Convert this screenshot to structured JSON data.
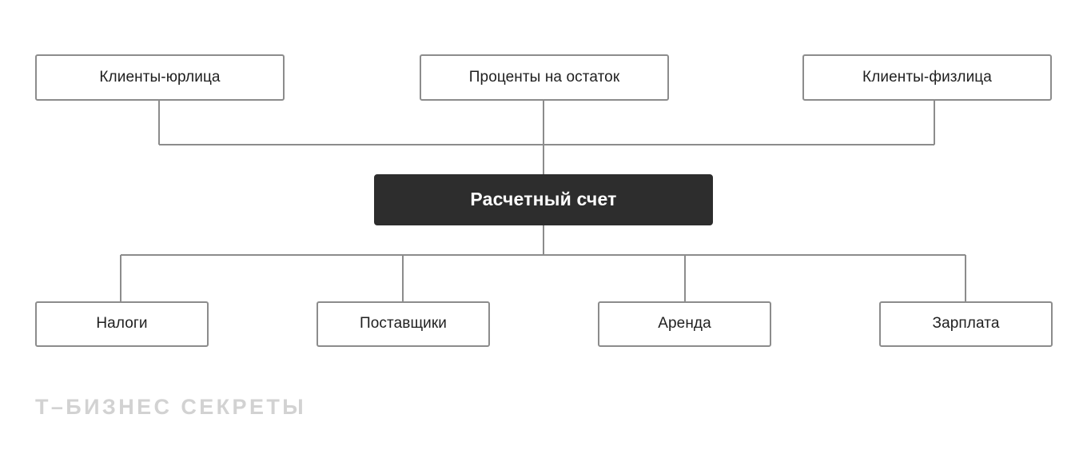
{
  "diagram": {
    "title": "Расчетный счет",
    "line_color": "#8c8c8c",
    "box_border_color": "#8c8c8c",
    "center_fill": "#2d2d2d",
    "center_text_color": "#ffffff",
    "box_text_color": "#1f1f1f",
    "background": "#ffffff"
  },
  "inputs": [
    {
      "label": "Клиенты-юрлица"
    },
    {
      "label": "Проценты на остаток"
    },
    {
      "label": "Клиенты-физлица"
    }
  ],
  "center": {
    "label": "Расчетный счет"
  },
  "outputs": [
    {
      "label": "Налоги"
    },
    {
      "label": "Поставщики"
    },
    {
      "label": "Аренда"
    },
    {
      "label": "Зарплата"
    }
  ],
  "watermark": {
    "text": "Т–БИЗНЕС СЕКРЕТЫ",
    "color": "#d2d2d2"
  }
}
